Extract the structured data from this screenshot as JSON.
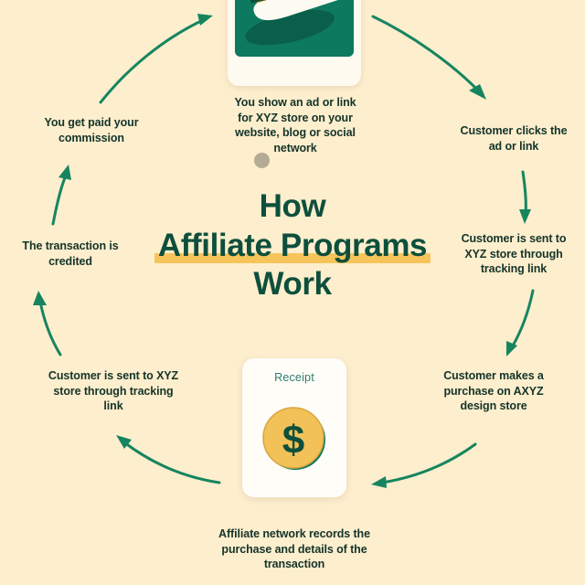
{
  "meta": {
    "bg_color": "#fdeecd",
    "accent_green": "#0d4f3c",
    "arrow_green": "#16855f",
    "highlight_yellow": "#f5c55c",
    "coin_gold": "#f2c158",
    "card_teal": "#0d7a5f",
    "text_dark": "#14342a"
  },
  "title": {
    "line1": "How",
    "line2": "Affiliate Programs",
    "line3": "Work"
  },
  "steps": [
    {
      "id": "step-1",
      "text": "You show an ad or link for XYZ store on your website, blog or social network"
    },
    {
      "id": "step-2",
      "text": "Customer clicks the ad or link"
    },
    {
      "id": "step-3",
      "text": "Customer is sent to XYZ store through tracking link"
    },
    {
      "id": "step-4",
      "text": "Customer makes a purchase on AXYZ design store"
    },
    {
      "id": "step-5",
      "text": "Affiliate network records the purchase and details of the transaction"
    },
    {
      "id": "step-6",
      "text": "Customer is sent to XYZ store through tracking link"
    },
    {
      "id": "step-7",
      "text": "The transaction is credited"
    },
    {
      "id": "step-8",
      "text": "You get paid your commission"
    }
  ],
  "receipt_card": {
    "label": "Receipt",
    "coin_symbol": "$"
  },
  "shoe_card": {
    "alt": "sneaker-product-photo"
  }
}
